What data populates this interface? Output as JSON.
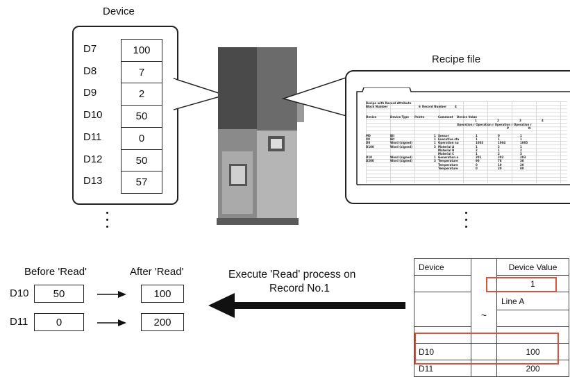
{
  "device_panel": {
    "title": "Device",
    "rows": [
      {
        "device": "D7",
        "value": "100"
      },
      {
        "device": "D8",
        "value": "7"
      },
      {
        "device": "D9",
        "value": "2"
      },
      {
        "device": "D10",
        "value": "50"
      },
      {
        "device": "D11",
        "value": "0"
      },
      {
        "device": "D12",
        "value": "50"
      },
      {
        "device": "D13",
        "value": "57"
      }
    ]
  },
  "recipe_file": {
    "title": "Recipe file",
    "sheet": {
      "line1": "Recipe with Record Attribute",
      "block_label": "Block Number",
      "block_value": "6",
      "record_label": "Record Number",
      "record_value": "4",
      "headers": [
        "Device",
        "Device Type",
        "Points",
        "Comment",
        "Device Value"
      ],
      "record_nums": [
        "1",
        "2",
        "3",
        "4"
      ],
      "op_header": "Operation r Operation r Operation r Operation r",
      "pn": [
        "P",
        "N"
      ],
      "rows": [
        {
          "d": "M0",
          "t": "Bit",
          "p": "1",
          "c": "Sensor",
          "v": [
            "1",
            "0",
            "1"
          ]
        },
        {
          "d": "X0",
          "t": "Bit",
          "p": "1",
          "c": "Executive sta",
          "v": [
            "1",
            "1",
            "1"
          ]
        },
        {
          "d": "D0",
          "t": "Word (signed)",
          "p": "1",
          "c": "Operation nu",
          "v": [
            "1003",
            "1004",
            "1005"
          ]
        },
        {
          "d": "D100",
          "t": "Word (signed)",
          "p": "3",
          "c": "Material A",
          "v": [
            "1",
            "2",
            "1"
          ]
        },
        {
          "d": "",
          "t": "",
          "p": "",
          "c": "Material B",
          "v": [
            "2",
            "1",
            "2"
          ]
        },
        {
          "d": "",
          "t": "",
          "p": "",
          "c": "Material C",
          "v": [
            "1",
            "2",
            "3"
          ]
        },
        {
          "d": "D10",
          "t": "Word (signed)",
          "p": "1",
          "c": "Generation n",
          "v": [
            "201",
            "202",
            "203"
          ]
        },
        {
          "d": "D200",
          "t": "Word (signed)",
          "p": "3",
          "c": "Temperature",
          "v": [
            "90",
            "78",
            "30"
          ]
        },
        {
          "d": "",
          "t": "",
          "p": "",
          "c": "Temperature",
          "v": [
            "0",
            "10",
            "20"
          ]
        },
        {
          "d": "",
          "t": "",
          "p": "",
          "c": "Temperature",
          "v": [
            "0",
            "20",
            "80"
          ]
        }
      ]
    }
  },
  "before_after": {
    "before_label": "Before 'Read'",
    "after_label": "After 'Read'",
    "rows": [
      {
        "device": "D10",
        "before": "50",
        "after": "100"
      },
      {
        "device": "D11",
        "before": "0",
        "after": "200"
      }
    ]
  },
  "process_label_line1": "Execute 'Read' process on",
  "process_label_line2": "Record No.1",
  "record_table": {
    "header_device": "Device",
    "header_value": "Device Value",
    "record_no": "1",
    "line_name": "Line A",
    "tilde": "~",
    "rows": [
      {
        "device": "D10",
        "value": "100"
      },
      {
        "device": "D11",
        "value": "200"
      }
    ]
  },
  "colors": {
    "highlight": "#e0503a",
    "plc_dark": "#4a4a4a",
    "plc_light": "#9a9a9a"
  }
}
